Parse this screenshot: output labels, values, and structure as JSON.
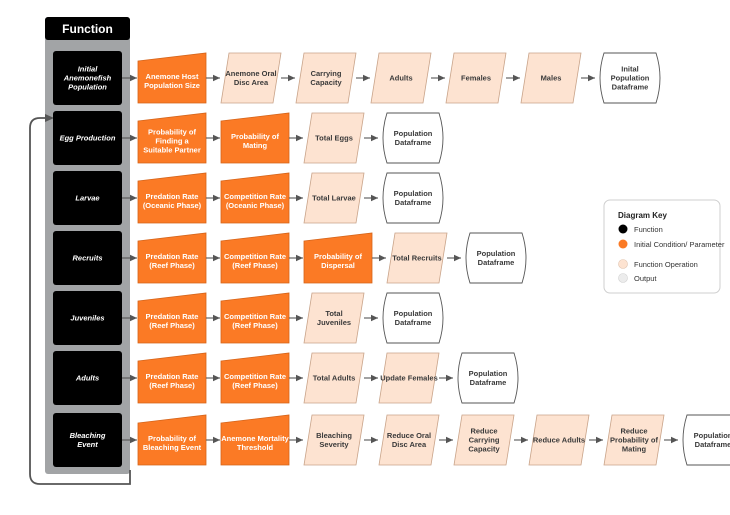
{
  "header": "Function",
  "colors": {
    "function_fill": "#000000",
    "param_fill": "#fb7a25",
    "param_stroke": "#d5641a",
    "operation_fill": "#fde3d1",
    "operation_stroke": "#c9a48a",
    "output_fill": "#ffffff",
    "output_stroke": "#555555",
    "column_fill": "#a2a4a6",
    "arrow": "#555555",
    "key_function": "#000000",
    "key_param": "#fb7a25",
    "key_operation": "#fde3d1",
    "key_output": "#ececec"
  },
  "rows": [
    {
      "function": "Initial Anemonefish Population",
      "nodes": [
        {
          "type": "param",
          "label": "Anemone Host Population Size"
        },
        {
          "type": "operation",
          "label": "Anemone Oral Disc Area"
        },
        {
          "type": "operation",
          "label": "Carrying Capacity"
        },
        {
          "type": "operation",
          "label": "Adults"
        },
        {
          "type": "operation",
          "label": "Females"
        },
        {
          "type": "operation",
          "label": "Males"
        },
        {
          "type": "output",
          "label": "Inital Population Dataframe"
        }
      ]
    },
    {
      "function": "Egg Production",
      "nodes": [
        {
          "type": "param",
          "label": "Probability of Finding a Suitable Partner"
        },
        {
          "type": "param",
          "label": "Probability of Mating"
        },
        {
          "type": "operation",
          "label": "Total Eggs"
        },
        {
          "type": "output",
          "label": "Population Dataframe"
        }
      ]
    },
    {
      "function": "Larvae",
      "nodes": [
        {
          "type": "param",
          "label": "Predation Rate (Oceanic Phase)"
        },
        {
          "type": "param",
          "label": "Competition Rate (Oceanic Phase)"
        },
        {
          "type": "operation",
          "label": "Total Larvae"
        },
        {
          "type": "output",
          "label": "Population Dataframe"
        }
      ]
    },
    {
      "function": "Recruits",
      "nodes": [
        {
          "type": "param",
          "label": "Predation Rate (Reef Phase)"
        },
        {
          "type": "param",
          "label": "Competition Rate (Reef Phase)"
        },
        {
          "type": "param",
          "label": "Probability of Dispersal"
        },
        {
          "type": "operation",
          "label": "Total Recruits"
        },
        {
          "type": "output",
          "label": "Population Dataframe"
        }
      ]
    },
    {
      "function": "Juveniles",
      "nodes": [
        {
          "type": "param",
          "label": "Predation Rate (Reef Phase)"
        },
        {
          "type": "param",
          "label": "Competition Rate (Reef Phase)"
        },
        {
          "type": "operation",
          "label": "Total Juveniles"
        },
        {
          "type": "output",
          "label": "Population Dataframe"
        }
      ]
    },
    {
      "function": "Adults",
      "nodes": [
        {
          "type": "param",
          "label": "Predation Rate (Reef Phase)"
        },
        {
          "type": "param",
          "label": "Competition Rate (Reef Phase)"
        },
        {
          "type": "operation",
          "label": "Total Adults"
        },
        {
          "type": "operation",
          "label": "Update Females"
        },
        {
          "type": "output",
          "label": "Population Dataframe"
        }
      ]
    },
    {
      "function": "Bleaching Event",
      "nodes": [
        {
          "type": "param",
          "label": "Probability of Bleaching Event"
        },
        {
          "type": "param",
          "label": "Anemone Mortality Threshold"
        },
        {
          "type": "operation",
          "label": "Bleaching Severity"
        },
        {
          "type": "operation",
          "label": "Reduce Oral Disc Area"
        },
        {
          "type": "operation",
          "label": "Reduce Carrying Capacity"
        },
        {
          "type": "operation",
          "label": "Reduce Adults"
        },
        {
          "type": "operation",
          "label": "Reduce Probability of Mating"
        },
        {
          "type": "output",
          "label": "Population Dataframe"
        }
      ]
    }
  ],
  "key": {
    "title": "Diagram Key",
    "items": [
      {
        "type": "function",
        "label": "Function"
      },
      {
        "type": "param",
        "label": "Initial Condition/ Parameter"
      },
      {
        "type": "operation",
        "label": "Function Operation"
      },
      {
        "type": "output",
        "label": "Output"
      }
    ]
  }
}
